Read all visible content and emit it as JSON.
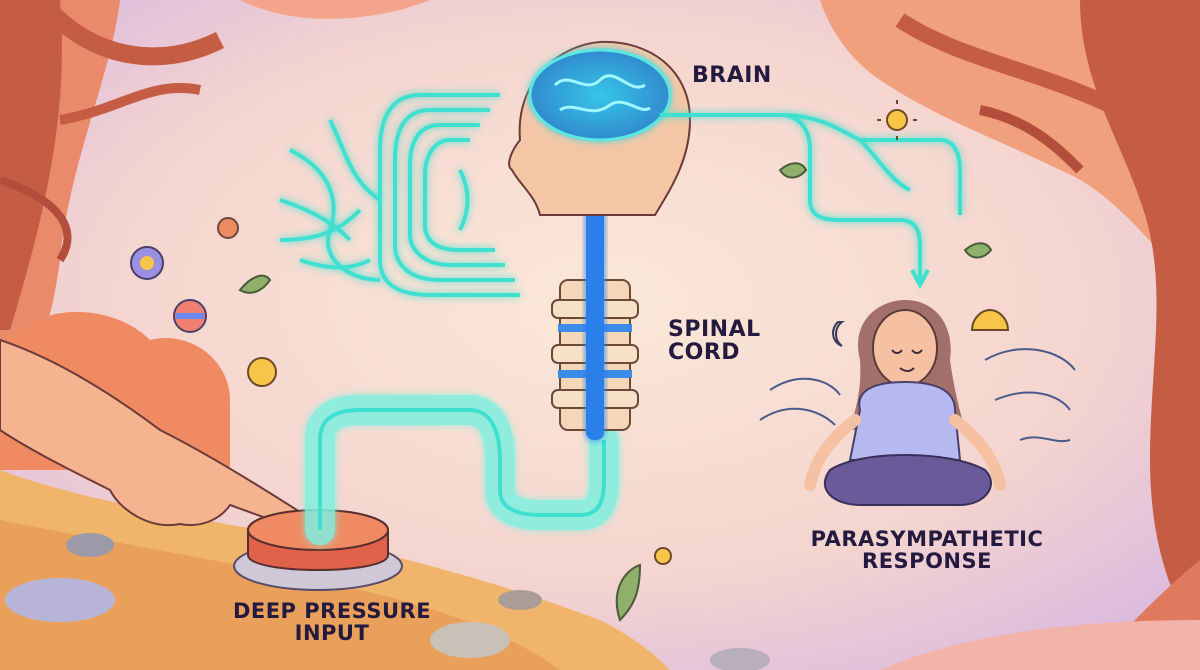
{
  "labels": {
    "brain": "BRAIN",
    "spinal_cord": [
      "SPINAL",
      "CORD"
    ],
    "parasympathetic_response": [
      "PARASYMPATHETIC",
      "RESPONSE"
    ],
    "deep_pressure_input": [
      "DEEP PRESSURE",
      "INPUT"
    ]
  },
  "colors": {
    "nerve_glow": "#3fe0d0",
    "spinal_channel": "#2a7fe8",
    "label_text": "#241a3f",
    "tree_bark": "#d2704f",
    "background": "#f6dcd2"
  }
}
